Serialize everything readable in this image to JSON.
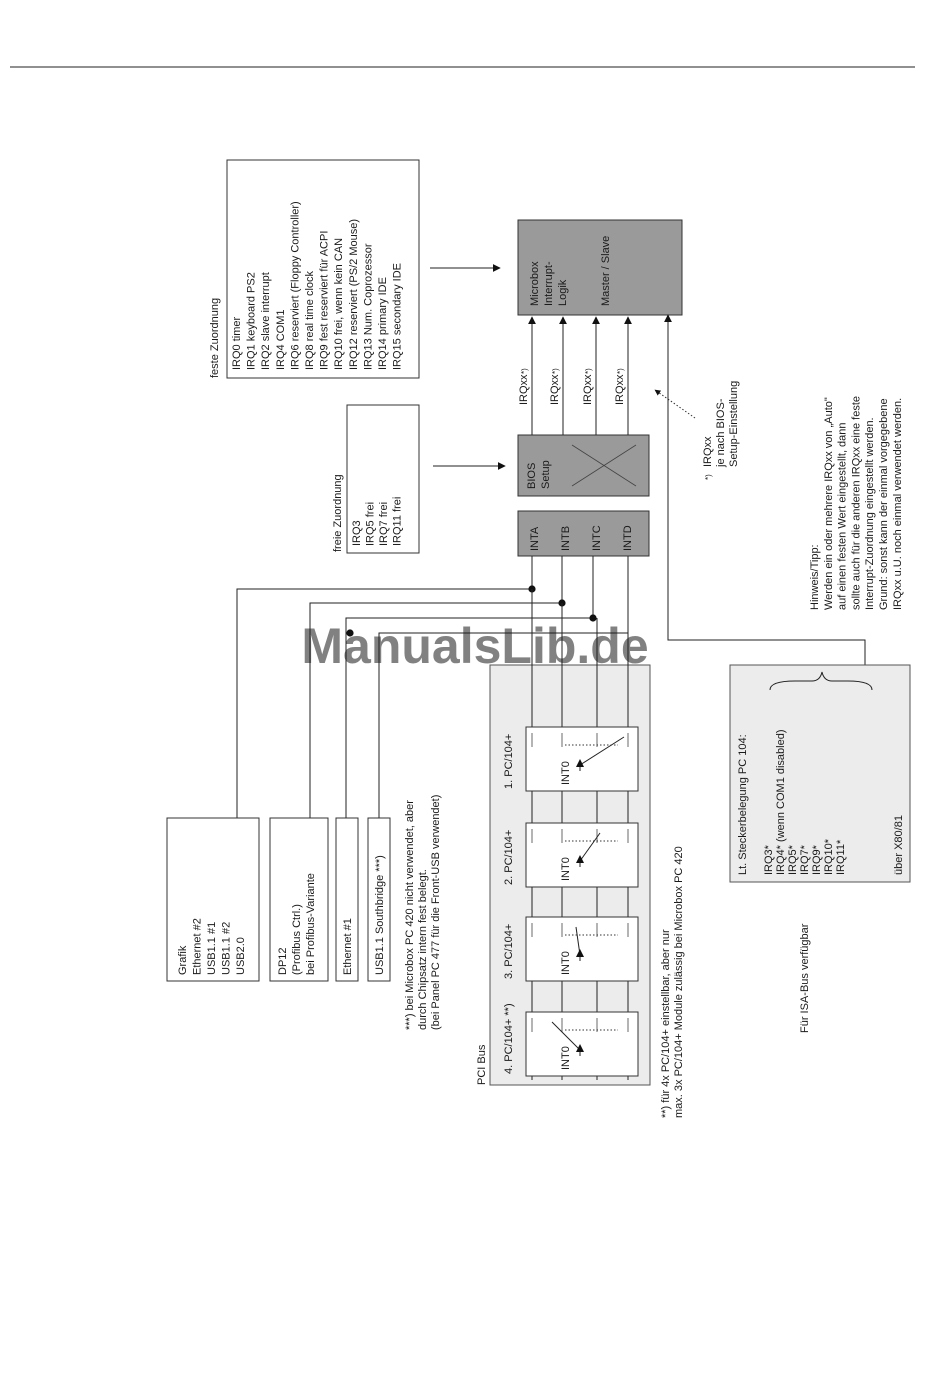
{
  "watermark": "ManualsLib.de",
  "fixed": {
    "title": "feste Zuordnung",
    "lines": [
      "IRQ0 timer",
      "IRQ1 keyboard PS2",
      "IRQ2 slave interrupt",
      "IRQ4 COM1",
      "IRQ6 reserviert (Floppy Controller)",
      "IRQ8 real time clock",
      "IRQ9 fest reserviert für ACPI",
      "IRQ10 frei, wenn kein CAN",
      "IRQ12 reserviert (PS/2 Mouse)",
      "IRQ13 Num. Coprozessor",
      "IRQ14 primary IDE",
      "IRQ15 secondary IDE"
    ]
  },
  "free": {
    "title": "freie Zuordnung",
    "lines": [
      "IRQ3",
      "IRQ5 frei",
      "IRQ7 frei",
      "IRQ11 frei"
    ]
  },
  "microbox": {
    "lines": [
      "Microbox",
      "Interrupt-",
      "Logik"
    ],
    "mode": "Master / Slave"
  },
  "bios": {
    "lines": [
      "BIOS",
      "Setup"
    ]
  },
  "irq_lines": [
    "IRQxx",
    "IRQxx",
    "IRQxx",
    "IRQxx"
  ],
  "star_mark": "*)",
  "irq_note": {
    "marker": "*)",
    "lines": [
      "IRQxx",
      "je nach BIOS-",
      "Setup-Einstellung"
    ]
  },
  "int_pins": [
    "INTA",
    "INTB",
    "INTC",
    "INTD"
  ],
  "tip": {
    "lines": [
      "Hinweis/Tipp:",
      "Werden ein oder mehrere IRQxx von „Auto\"",
      "auf einen festen Wert eingestellt, dann",
      "sollte auch für die anderen IRQxx eine feste",
      "Interrupt-Zuordnung eingestellt werden.",
      "Grund: sonst kann der einmal vorgegebene",
      "IRQxx u.U. noch einmal verwendet werden."
    ]
  },
  "devices": {
    "grafik": [
      "Grafik",
      "Ethernet #2",
      "USB1.1 #1",
      "USB1.1 #2",
      "USB2.0"
    ],
    "dp12": [
      "DP12",
      "(Profibus Ctrl.)",
      "bei Profibus-Variante"
    ],
    "eth1": [
      "Ethernet #1"
    ],
    "usb_south": [
      "USB1.1 Southbridge ***)"
    ]
  },
  "south_note": {
    "lines": [
      "***) bei Microbox PC 420 nicht verwendet, aber",
      "durch Chipsatz intern fest belegt.",
      "(bei Panel PC 477 für die Front-USB verwendet)"
    ]
  },
  "pci": {
    "label": "PCI Bus",
    "modules": [
      "1. PC/104+",
      "2. PC/104+",
      "3. PC/104+",
      "4. PC/104+ **)"
    ],
    "int_label": "INT0"
  },
  "pci_note": {
    "lines": [
      "**) für 4x PC/104+ einstellbar, aber nur",
      "max. 3x PC/104+ Module zulässig bei Microbox PC 420"
    ]
  },
  "isa": {
    "title": "Lt. Steckerbelegung PC 104:",
    "lines": [
      "IRQ3*",
      "IRQ4* (wenn COM1 disabled)",
      "IRQ5*",
      "IRQ7*",
      "IRQ9*",
      "IRQ10*",
      "IRQ11*"
    ],
    "via": "über X80/81",
    "caption": "Für ISA-Bus verfügbar"
  }
}
